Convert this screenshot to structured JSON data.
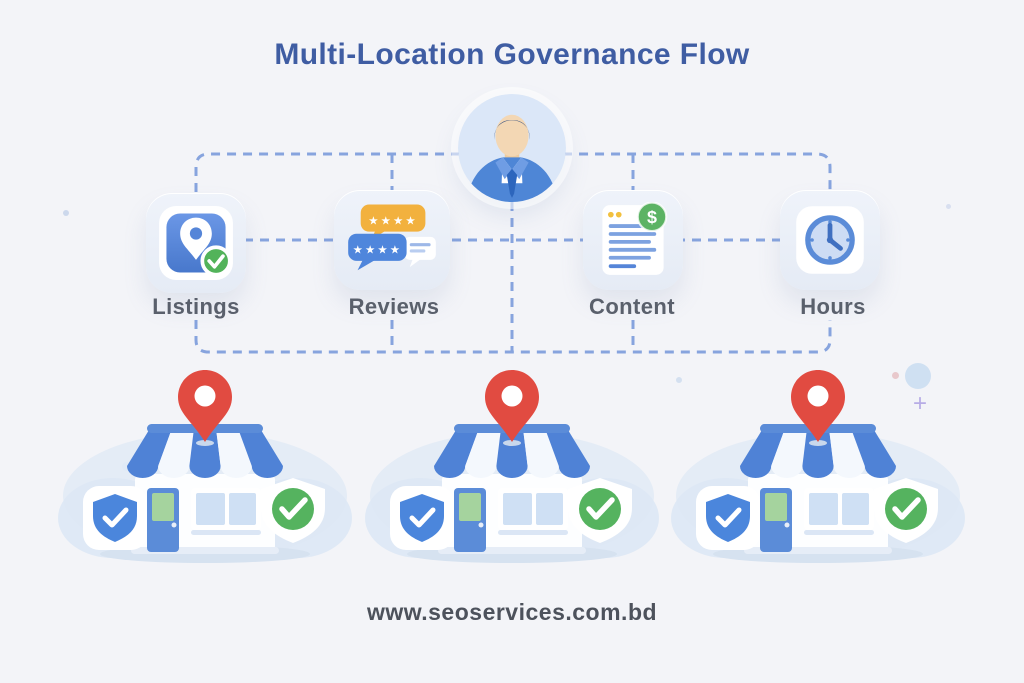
{
  "title": "Multi-Location Governance Flow",
  "manager": {
    "icon": "manager-avatar-icon"
  },
  "categories": [
    {
      "id": "listings",
      "label": "Listings",
      "icon": "map-pin-check-icon"
    },
    {
      "id": "reviews",
      "label": "Reviews",
      "icon": "review-bubbles-icon"
    },
    {
      "id": "content",
      "label": "Content",
      "icon": "document-dollar-icon"
    },
    {
      "id": "hours",
      "label": "Hours",
      "icon": "clock-icon"
    }
  ],
  "locations": [
    {
      "id": "location-1",
      "icon": "storefront-verified-icon"
    },
    {
      "id": "location-2",
      "icon": "storefront-verified-icon"
    },
    {
      "id": "location-3",
      "icon": "storefront-verified-icon"
    }
  ],
  "footer": {
    "website": "www.seoservices.com.bd"
  },
  "colors": {
    "background": "#f3f4f8",
    "title": "#3f5da3",
    "label": "#5a606c",
    "connector": "#87a4de",
    "pin_red": "#e14b41",
    "check_green": "#55b35f",
    "bubble_yellow": "#f2b13e",
    "primary_blue": "#4f86dc",
    "footer_text": "#4d525c"
  }
}
